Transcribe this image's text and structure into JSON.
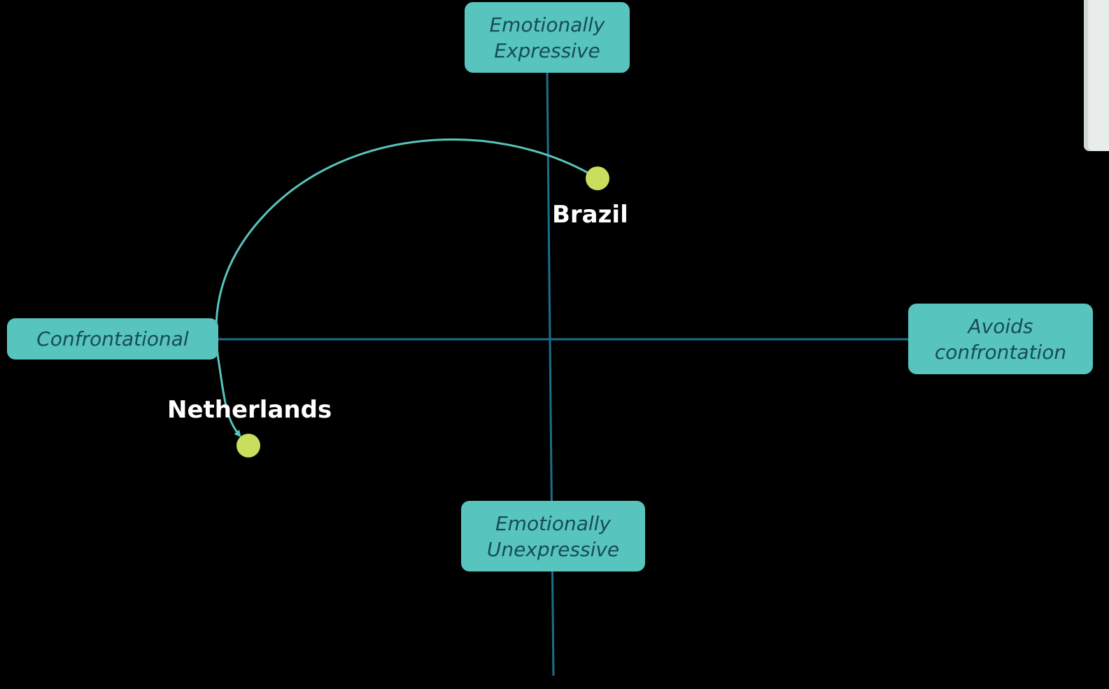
{
  "axes": {
    "top": [
      "Emotionally",
      "Expressive"
    ],
    "bottom": [
      "Emotionally",
      "Unexpressive"
    ],
    "left": [
      "Confrontational"
    ],
    "right": [
      "Avoids",
      "confrontation"
    ]
  },
  "points": {
    "brazil": "Brazil",
    "netherlands": "Netherlands"
  },
  "colors": {
    "background": "#000000",
    "axis_line": "#1e6d8a",
    "box_fill": "#57c4bd",
    "box_text": "#174c57",
    "point_fill": "#c8de5c",
    "arrow": "#57c4bd",
    "label_text": "#ffffff"
  }
}
